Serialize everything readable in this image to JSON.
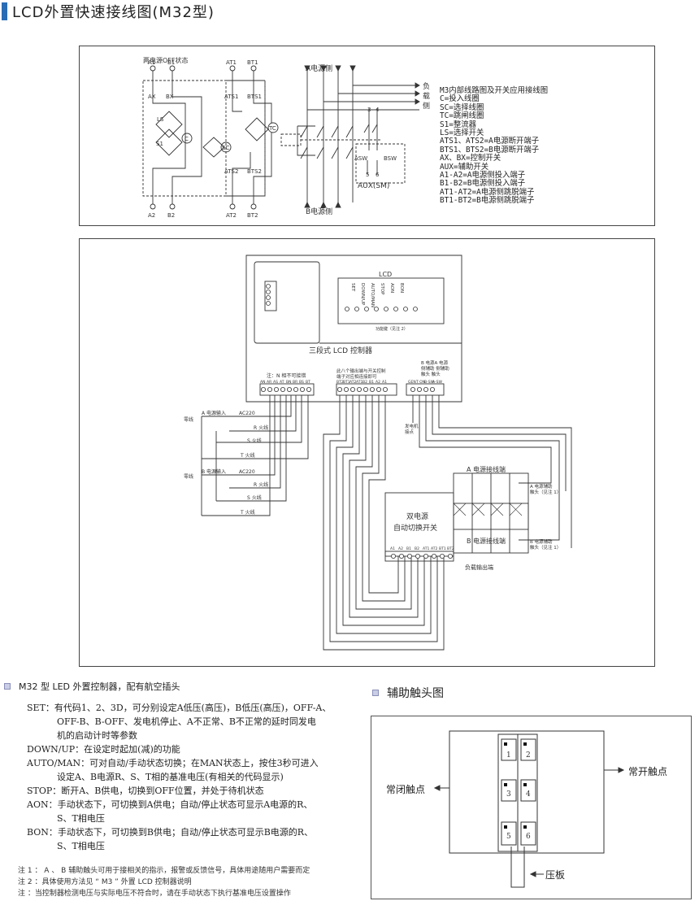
{
  "title": "LCD外置快速接线图(M32型)",
  "panel1": {
    "state_label": "两电源OFF状态",
    "a_side": "A电源侧",
    "b_side": "B电源侧",
    "load_chars": [
      "负",
      "载",
      "侧"
    ],
    "aux_sm": "AUX(SM)",
    "terminals_top": [
      "A1",
      "B1",
      "AT1",
      "BT1"
    ],
    "terminals_bottom": [
      "A2",
      "B2",
      "AT2",
      "BT2"
    ],
    "coil_labels": [
      "ATS1",
      "BTS1",
      "ATS2",
      "BTS2",
      "AX",
      "BX",
      "LS",
      "S1",
      "C",
      "SC",
      "TC"
    ],
    "aux_labels": [
      "ASW",
      "BSW",
      "3",
      "4",
      "5",
      "6"
    ],
    "legend": [
      "M3内部线路图及开关应用接线图",
      "C=投入线圈",
      "SC=选择线圈",
      "TC=跳闸线圈",
      "S1=整流器",
      "LS=选择开关",
      "ATS1、ATS2=A电源断开端子",
      "BTS1、BTS2=B电源断开端子",
      "AX、BX=控制开关",
      "AUX=辅助开关",
      "A1-A2=A电源侧投入端子",
      "B1-B2=B电源侧投入端子",
      "AT1-AT2=A电源侧跳脱端子",
      "BT1-BT2=B电源侧跳脱端子"
    ]
  },
  "panel2": {
    "lcd_label": "LCD",
    "lcd_buttons": [
      "SET",
      "DOWN/UP",
      "AUTO/MAN",
      "STOP",
      "AON",
      "BON"
    ],
    "func_key_note": "功能键（见注 2）",
    "controller": "三段式 LCD 控制器",
    "n_note": "注：N 相不可接错",
    "out_note_1": "此八个输出端与开关控制",
    "out_note_2": "端子对应相连接即可",
    "aux_note": [
      "B 电源A 电源",
      "侧辅助 侧辅助",
      "触头 触头"
    ],
    "left_terms": [
      "AN",
      "AR",
      "AS",
      "AT",
      "BN",
      "BR",
      "BS",
      "BT"
    ],
    "mid_terms": [
      "BT2",
      "BT1",
      "AT2",
      "AT1",
      "B2",
      "B1",
      "A2",
      "A1"
    ],
    "right_terms": [
      "GEN",
      "T ON",
      "B-SW",
      "A-SW"
    ],
    "gen_label": [
      "发电机",
      "接点"
    ],
    "zero_line": "零线",
    "a_input": "A 电源输入",
    "b_input": "B 电源输入",
    "ac220": "AC220",
    "r_line": "R 火线",
    "s_line": "S 火线",
    "t_line": "T 火线",
    "a_terminal": "A 电源接线端",
    "b_terminal": "B 电源接线端",
    "switch_name_1": "双电源",
    "switch_name_2": "自动切换开关",
    "switch_terms": [
      "A1",
      "A2",
      "B1",
      "B2",
      "AT1",
      "AT2",
      "BT1",
      "BT2"
    ],
    "load_out": "负载输出端",
    "a_aux_contact": [
      "A 电源辅助",
      "触头（见注 1）"
    ],
    "b_aux_contact": [
      "B 电源辅助",
      "触头（见注 1）"
    ]
  },
  "section1": {
    "title": "M32 型 LED 外置控制器，配有航空插头"
  },
  "functions": [
    {
      "key": "SET：",
      "lines": [
        "有代码1、2、3D，可分别设定A低压(高压)，B低压(高压)，OFF-A、",
        "OFF-B、B-OFF、发电机停止、A不正常、B不正常的延时同发电",
        "机的启动计时等参数"
      ]
    },
    {
      "key": "DOWN/UP：",
      "lines": [
        "在设定时起加(减)的功能"
      ]
    },
    {
      "key": "AUTO/MAN：",
      "lines": [
        "可对自动/手动状态切换；在MAN状态上，按住3秒可进入",
        "设定A、B电源R、S、T相的基准电压(有相关的代码显示)"
      ]
    },
    {
      "key": "STOP：",
      "lines": [
        "断开A、B供电，切换到OFF位置，并处于待机状态"
      ]
    },
    {
      "key": "AON：",
      "lines": [
        "手动状态下，可切换到A供电；自动/停止状态可显示A电源的R、",
        "S、T相电压"
      ]
    },
    {
      "key": "BON：",
      "lines": [
        "手动状态下，可切换到B供电；自动/停止状态可显示B电源的R、",
        "S、T相电压"
      ]
    }
  ],
  "notes": [
    "注 1 ： A 、 B 辅助触头可用于接相关的指示，报警或反馈信号，具体用途随用户需要而定",
    "注 2 ：具体使用方法见 “ M3 ” 外置 LCD 控制器说明",
    "注 ：当控制器检测电压与实际电压不符合时，请在手动状态下执行基准电压设置操作"
  ],
  "section2": {
    "title": "辅助触头图"
  },
  "aux_diagram": {
    "nc_label": "常闭触点",
    "no_label": "常开触点",
    "plate_label": "压板",
    "numbers": [
      "1",
      "2",
      "3",
      "4",
      "5",
      "6"
    ]
  },
  "colors": {
    "accent": "#2a6db5",
    "line": "#333333"
  }
}
